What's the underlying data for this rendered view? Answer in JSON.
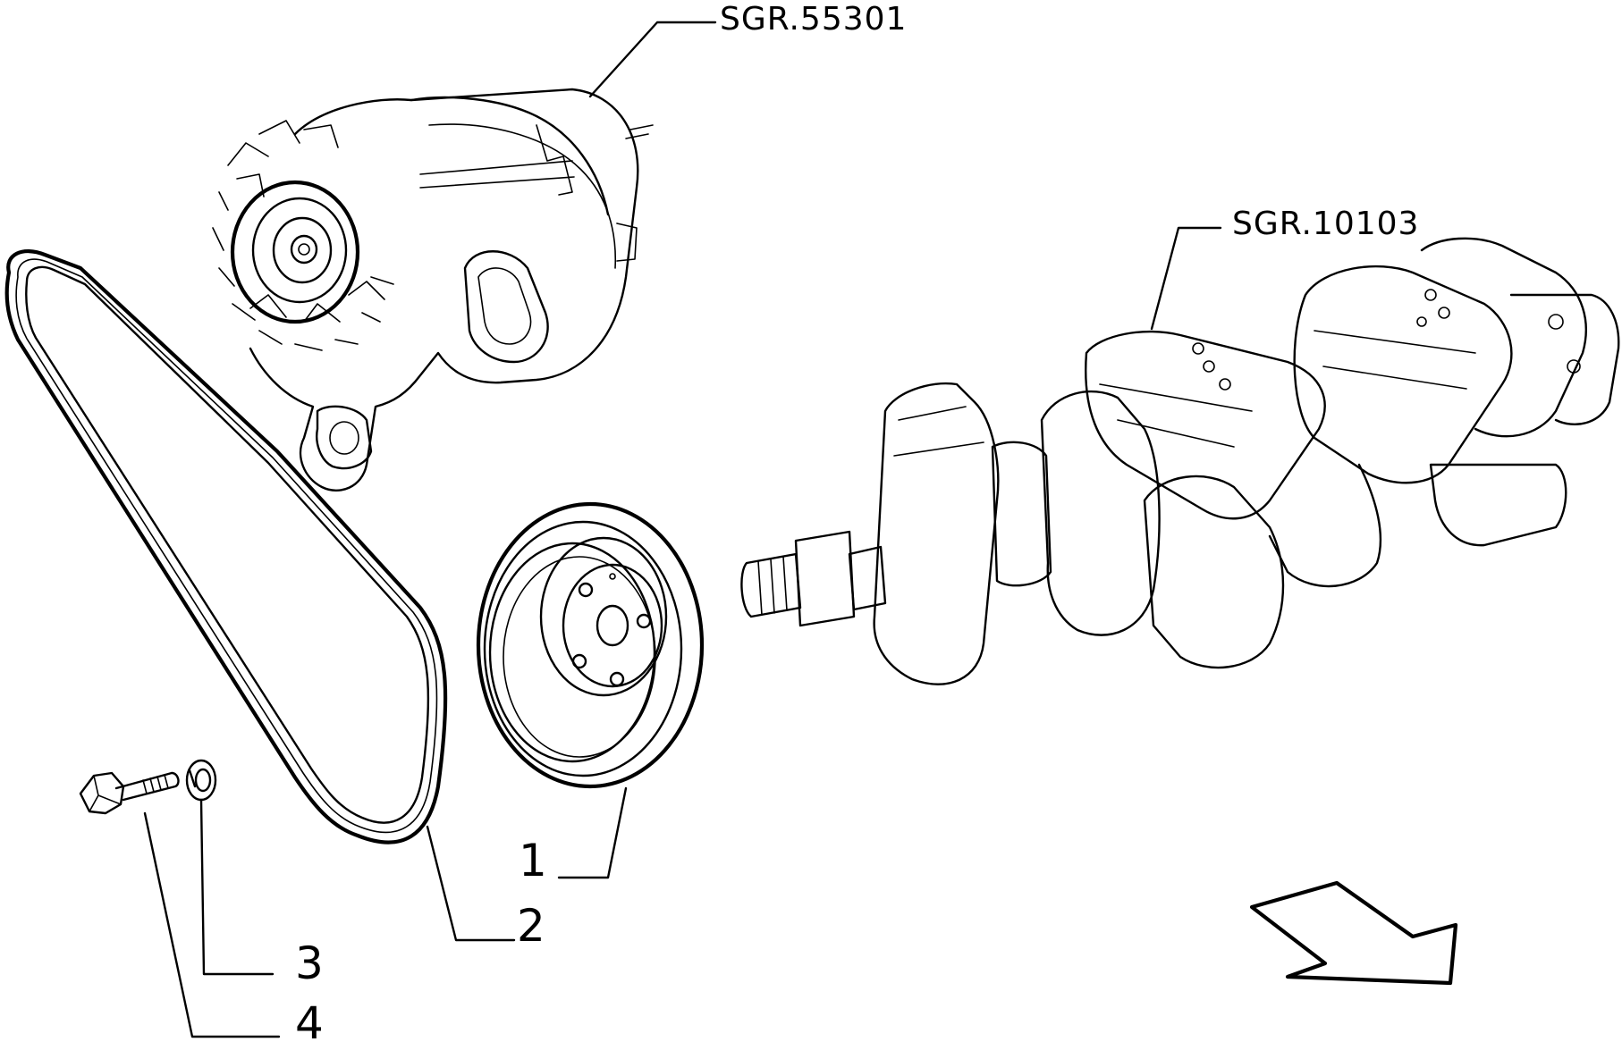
{
  "references": {
    "alternator": "SGR.55301",
    "crankshaft": "SGR.10103"
  },
  "parts": [
    {
      "number": "1",
      "part": "pulley"
    },
    {
      "number": "2",
      "part": "belt"
    },
    {
      "number": "3",
      "part": "washer"
    },
    {
      "number": "4",
      "part": "bolt"
    }
  ]
}
